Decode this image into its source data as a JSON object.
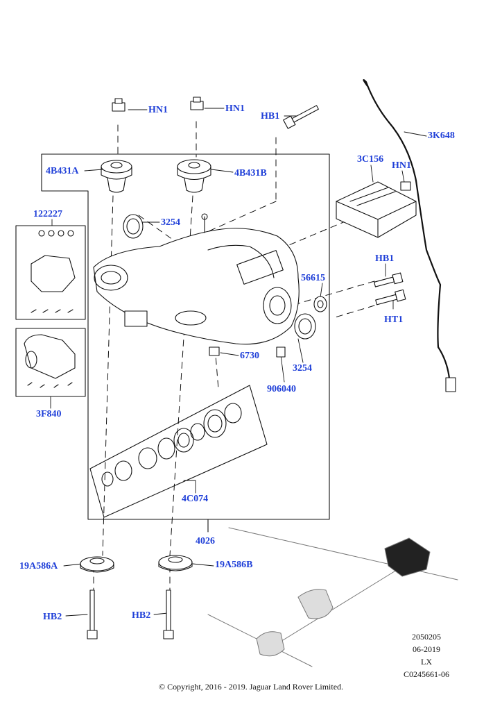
{
  "labels": {
    "hn1_a": "HN1",
    "hn1_b": "HN1",
    "hb1_top": "HB1",
    "k648": "3K648",
    "b431a": "4B431A",
    "b431b": "4B431B",
    "c156": "3C156",
    "hn1_c": "HN1",
    "n122227": "122227",
    "n3254_a": "3254",
    "n56615": "56615",
    "hb1_mid": "HB1",
    "ht1": "HT1",
    "n6730": "6730",
    "n3254_b": "3254",
    "n906040": "906040",
    "f840": "3F840",
    "c074": "4C074",
    "n4026": "4026",
    "a586a": "19A586A",
    "a586b": "19A586B",
    "hb2_a": "HB2",
    "hb2_b": "HB2"
  },
  "meta": {
    "code1": "2050205",
    "date": "06-2019",
    "model": "LX",
    "ref": "C0245661-06",
    "copyright": "© Copyright, 2016 - 2019. Jaguar Land Rover Limited."
  },
  "colors": {
    "label": "#1f3fd8",
    "line": "#111111"
  }
}
